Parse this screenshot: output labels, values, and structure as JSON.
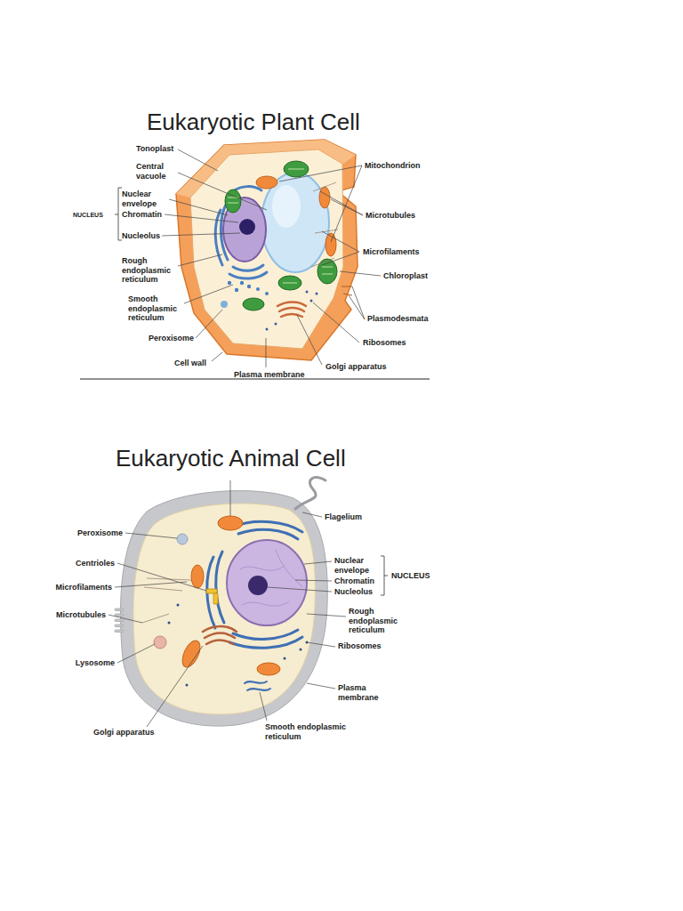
{
  "diagram": {
    "labels": [
      "Eukaryotic Plant Cell",
      "Tonoplast",
      "Central vacuole",
      "Mitochondrion",
      "NUCLEUS",
      "Nuclear envelope",
      "Chromatin",
      "Microtubules",
      "Nucleolus",
      "Microfilaments",
      "Rough endoplasmic reticulum",
      "Chloroplast",
      "Smooth endoplasmic reticulum",
      "Plasmodesmata",
      "Peroxisome",
      "Ribosomes",
      "Cell wall",
      "Golgi apparatus",
      "Plasma membrane",
      "Eukaryotic Animal Cell",
      "Flagelium",
      "Peroxisome",
      "Centrioles",
      "Nuclear envelope",
      "NUCLEUS",
      "Chromatin",
      "Microfilaments",
      "Nucleolus",
      "Rough endoplasmic reticulum",
      "Microtubules",
      "Ribosomes",
      "Lysosome",
      "Plasma membrane",
      "Golgi apparatus",
      "Smooth endoplasmic reticulum"
    ]
  }
}
